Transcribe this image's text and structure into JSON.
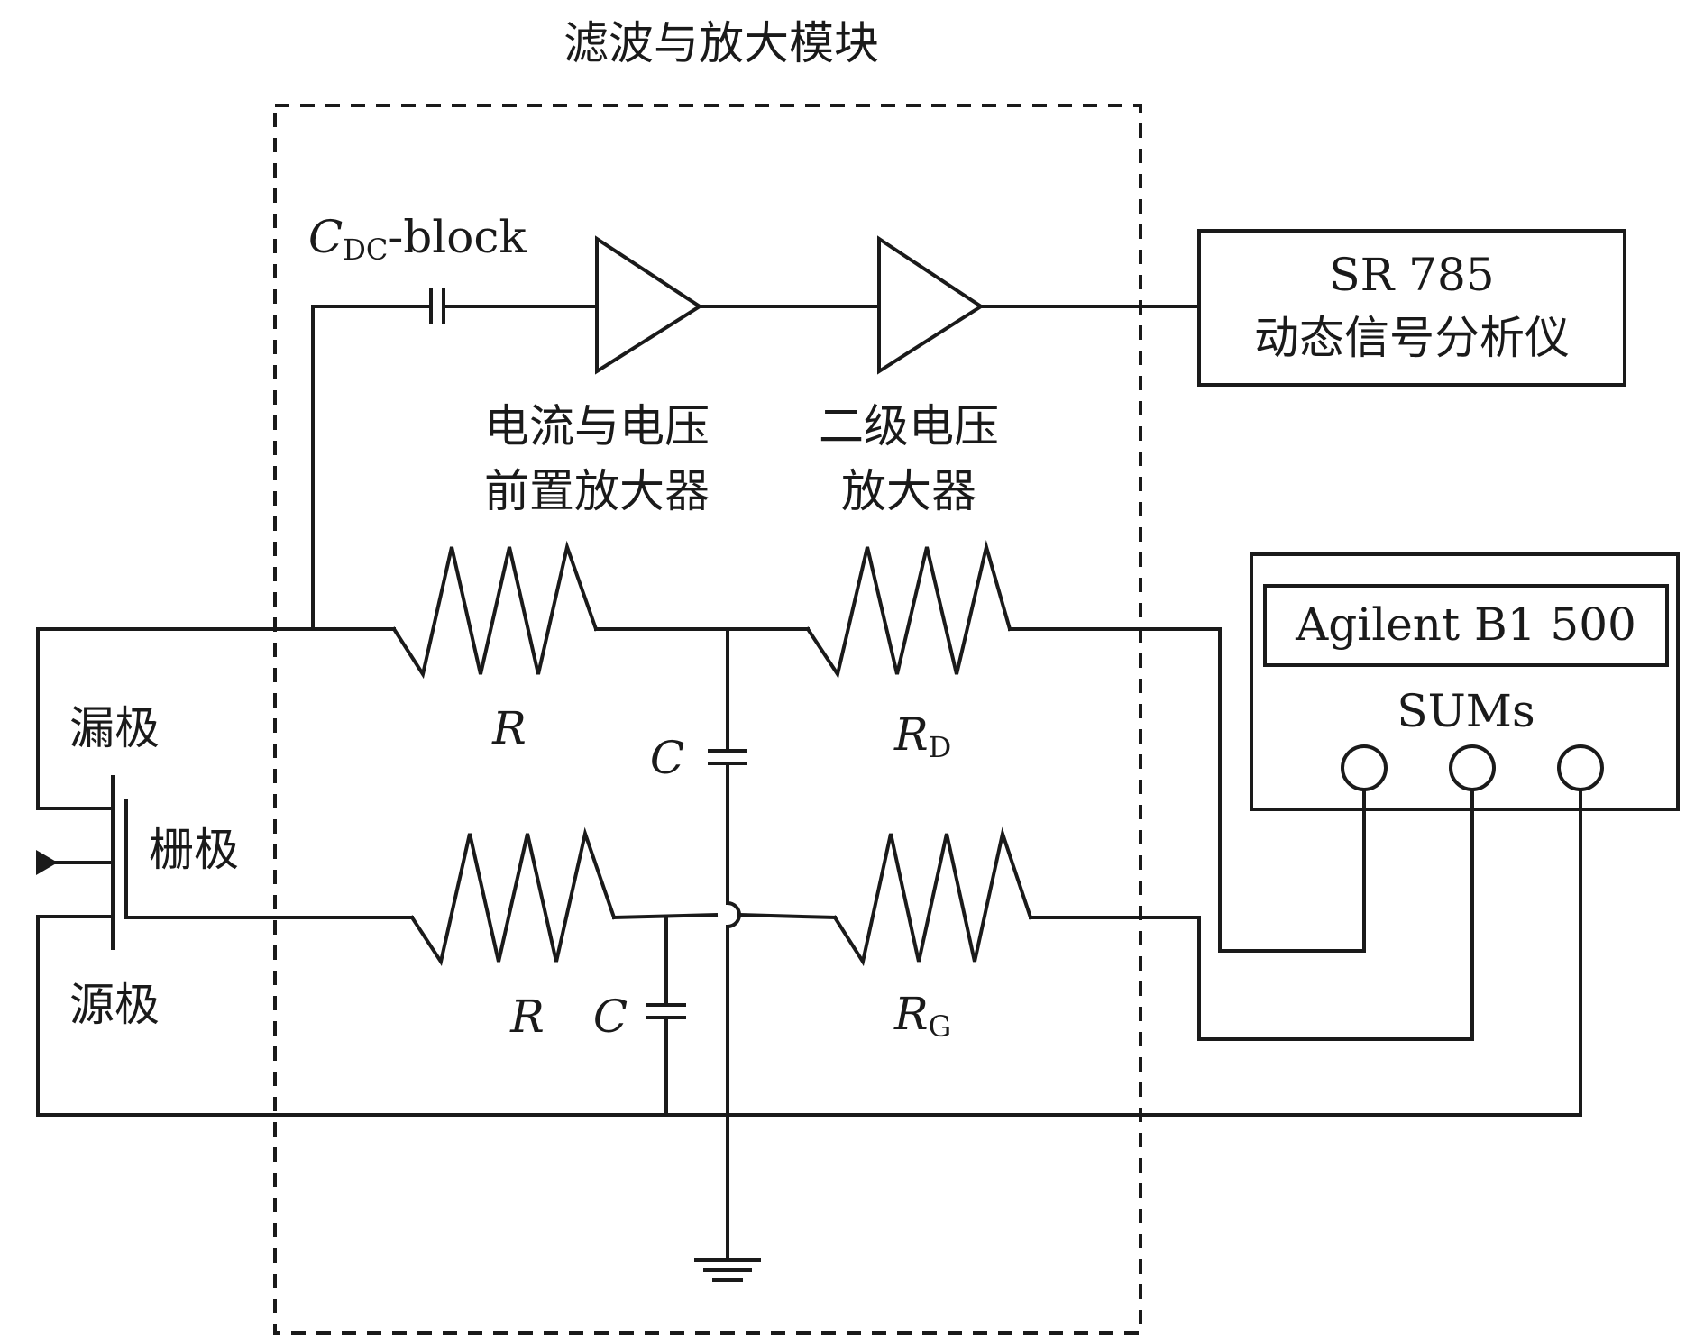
{
  "module_title": "滤波与放大模块",
  "dc_block": {
    "symbol": "C",
    "subscript": "DC",
    "suffix": "-block"
  },
  "preamp_label": {
    "line1": "电流与电压",
    "line2": "前置放大器"
  },
  "second_amp_label": {
    "line1": "二级电压",
    "line2": "放大器"
  },
  "sr785": {
    "line1": "SR 785",
    "line2": "动态信号分析仪"
  },
  "agilent": {
    "name": "Agilent B1 500",
    "sums": "SUMs"
  },
  "transistor": {
    "drain": "漏极",
    "gate": "栅极",
    "source": "源极"
  },
  "components": {
    "r_top": "R",
    "r_bottom": "R",
    "c_top": "C",
    "c_bottom": "C",
    "rd": {
      "symbol": "R",
      "subscript": "D"
    },
    "rg": {
      "symbol": "R",
      "subscript": "G"
    }
  }
}
